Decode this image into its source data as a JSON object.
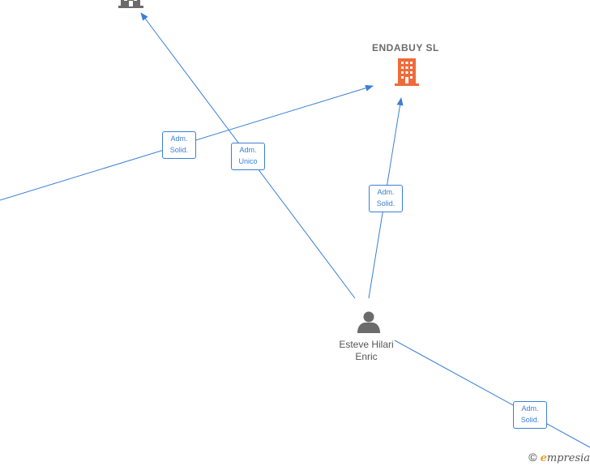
{
  "company": {
    "name": "ENDABUY  SL",
    "icon": "building-icon",
    "color": "#f06a3a"
  },
  "company_partial": {
    "icon": "building-icon",
    "color": "#6b6b6b"
  },
  "person": {
    "line1": "Esteve Hilari",
    "line2": "Enric",
    "icon": "person-icon"
  },
  "edges": [
    {
      "line1": "Adm.",
      "line2": "Solid."
    },
    {
      "line1": "Adm.",
      "line2": "Unico"
    },
    {
      "line1": "Adm.",
      "line2": "Solid."
    },
    {
      "line1": "Adm.",
      "line2": "Solid."
    }
  ],
  "edge_color": "#3a7fd5",
  "brand": {
    "copyright": "©",
    "e_letter": "e",
    "rest": "mpresia"
  }
}
